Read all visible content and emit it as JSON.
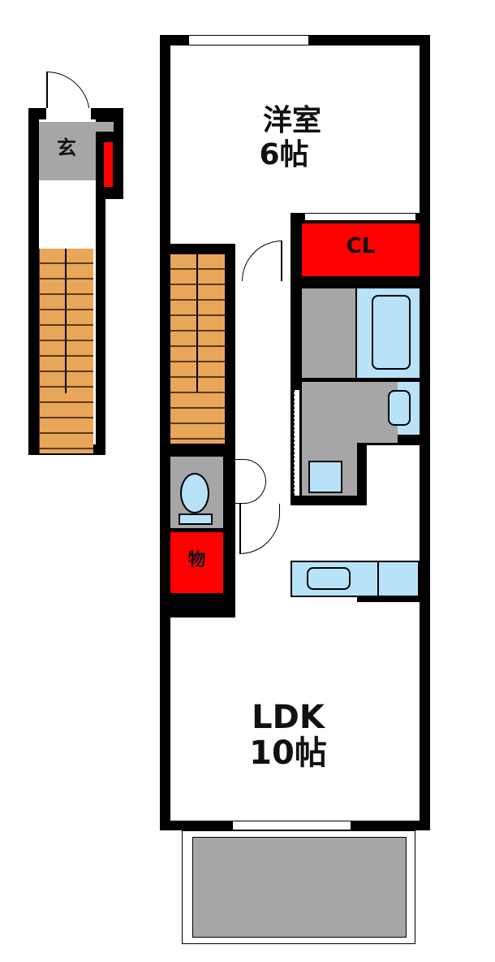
{
  "rooms": {
    "western_room": {
      "name": "洋室",
      "size": "6帖"
    },
    "closet": {
      "name": "CL"
    },
    "entrance": {
      "name": "玄"
    },
    "storage": {
      "name": "物"
    },
    "ldk": {
      "name": "LDK",
      "size": "10帖"
    }
  },
  "colors": {
    "wall": "#000000",
    "storage": "#ff0000",
    "wet_area": "#a6a6a6",
    "fixture": "#b8e2f8",
    "stairs": "#e8a659"
  }
}
